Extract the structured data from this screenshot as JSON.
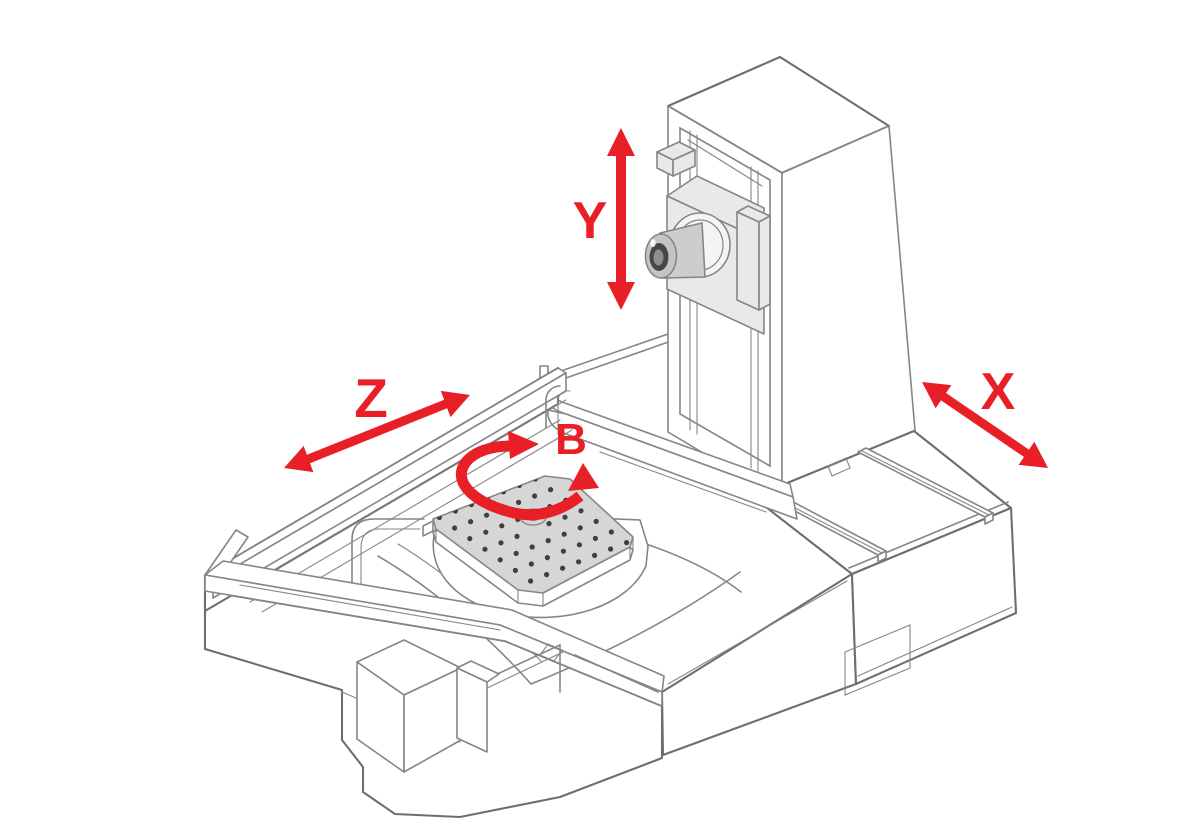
{
  "diagram": {
    "axis_labels": {
      "y": {
        "text": "Y",
        "arrow": "double-headed vertical arrow",
        "meaning": "vertical linear axis"
      },
      "z": {
        "text": "Z",
        "arrow": "double-headed diagonal arrow up-right",
        "meaning": "longitudinal linear axis"
      },
      "x": {
        "text": "X",
        "arrow": "double-headed diagonal arrow down-right",
        "meaning": "cross linear axis"
      },
      "b": {
        "text": "B",
        "arrow": "curved rotation arrow around table",
        "meaning": "rotary table axis"
      }
    },
    "colors": {
      "accent_red": "#e81f27",
      "line_gray": "#868686",
      "outline_gray": "#6e6e6e",
      "pallet_gray": "#d6d6d6",
      "panel_gray": "#e9e9e9",
      "dot_gray": "#3f3f3f",
      "bore_dark": "#474747",
      "background": "#ffffff"
    }
  }
}
